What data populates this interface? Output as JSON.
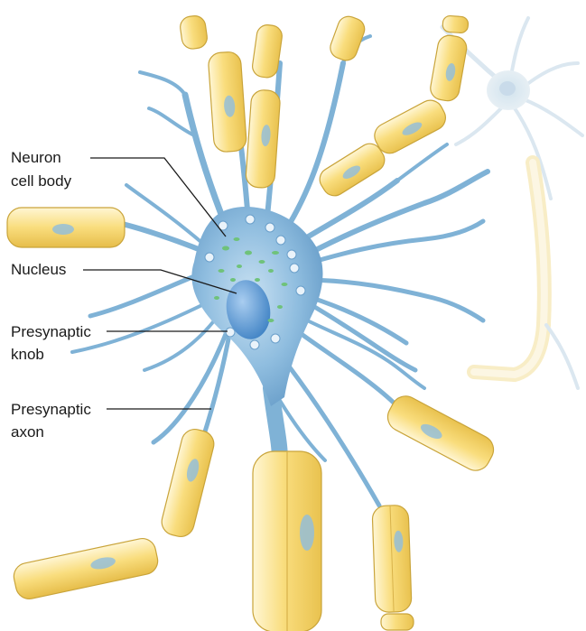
{
  "labels": [
    {
      "id": "cell-body",
      "lines": [
        "Neuron",
        "cell body"
      ]
    },
    {
      "id": "nucleus",
      "lines": [
        "Nucleus"
      ]
    },
    {
      "id": "knob",
      "lines": [
        "Presynaptic",
        "knob"
      ]
    },
    {
      "id": "axon",
      "lines": [
        "Presynaptic",
        "axon"
      ]
    }
  ],
  "colors": {
    "neuron": "#7fb2d6",
    "neuron_dark": "#5a93c0",
    "nucleus": "#5d98d3",
    "myelin": "#f7d979",
    "myelin_light": "#fdf1c2",
    "organelle": "#6fc27a"
  }
}
